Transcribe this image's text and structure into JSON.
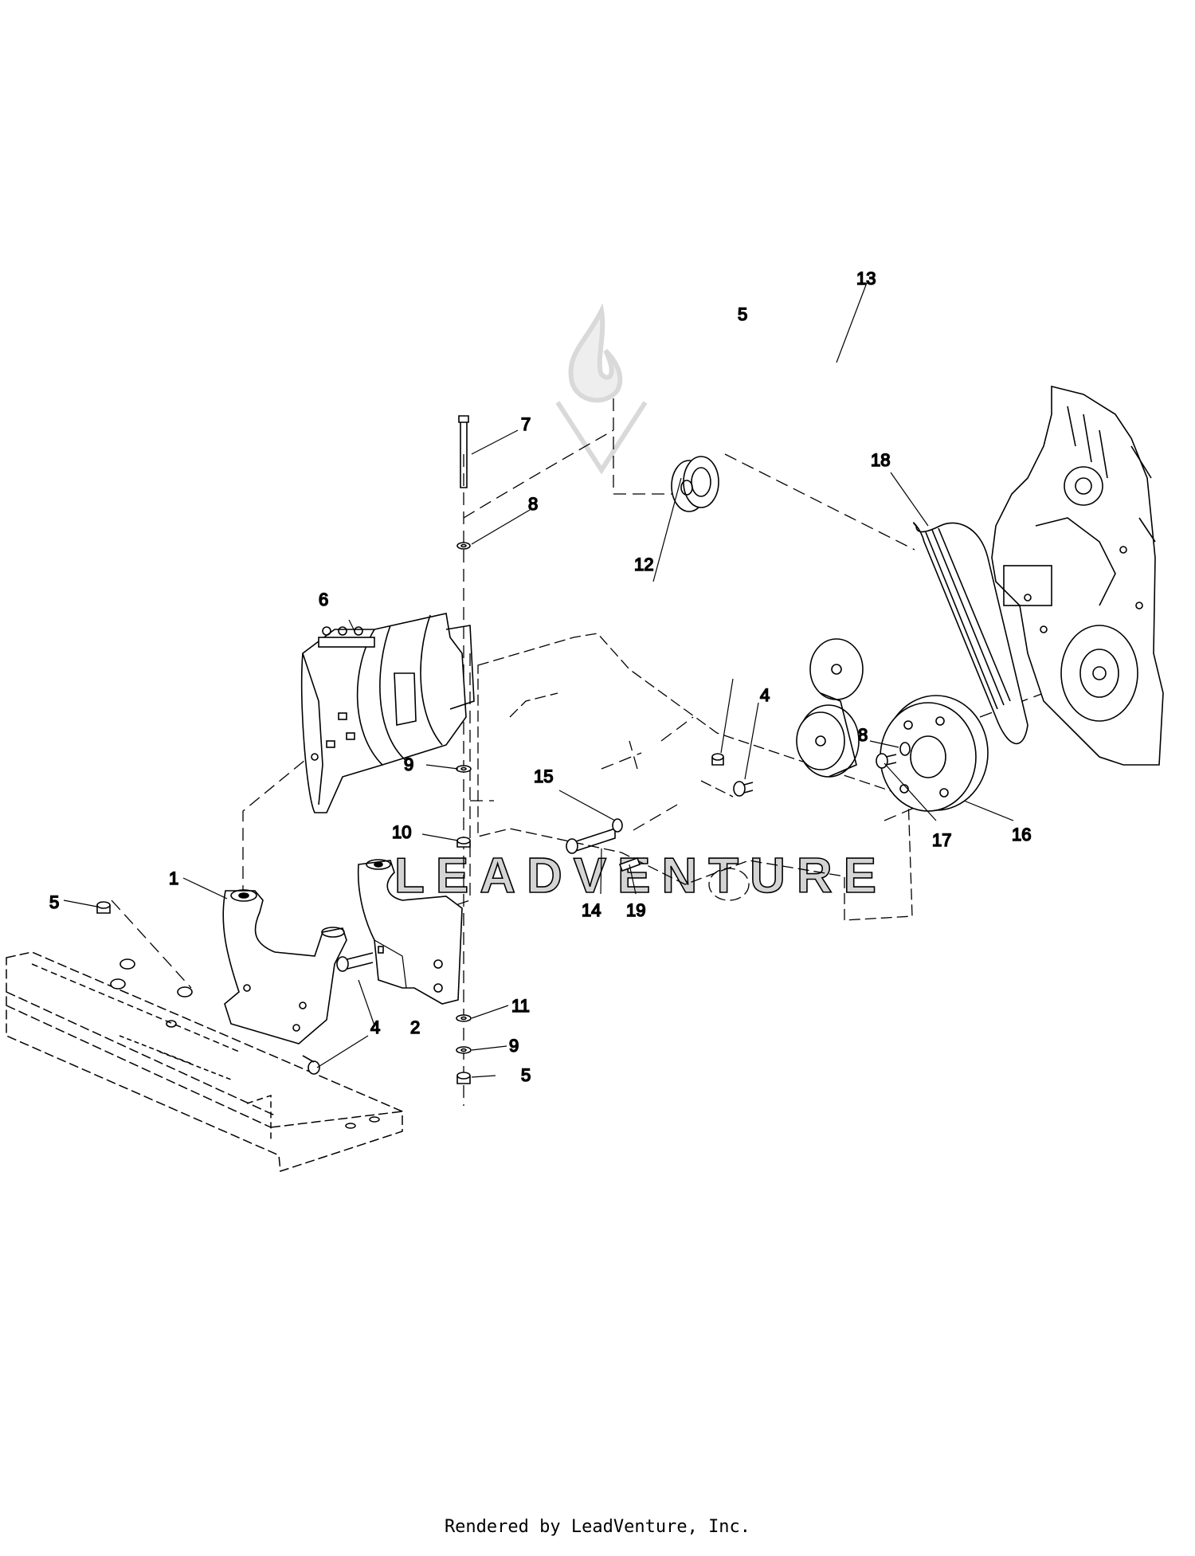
{
  "watermark": "LEADVENTURE",
  "footer": "Rendered by LeadVenture, Inc.",
  "callouts": [
    {
      "id": "c1",
      "label": "1"
    },
    {
      "id": "c2",
      "label": "2"
    },
    {
      "id": "c4a",
      "label": "4"
    },
    {
      "id": "c4b",
      "label": "4"
    },
    {
      "id": "c5a",
      "label": "5"
    },
    {
      "id": "c5b",
      "label": "5"
    },
    {
      "id": "c5c",
      "label": "5"
    },
    {
      "id": "c6",
      "label": "6"
    },
    {
      "id": "c7",
      "label": "7"
    },
    {
      "id": "c8a",
      "label": "8"
    },
    {
      "id": "c8b",
      "label": "8"
    },
    {
      "id": "c9a",
      "label": "9"
    },
    {
      "id": "c9b",
      "label": "9"
    },
    {
      "id": "c10",
      "label": "10"
    },
    {
      "id": "c11",
      "label": "11"
    },
    {
      "id": "c12",
      "label": "12"
    },
    {
      "id": "c13",
      "label": "13"
    },
    {
      "id": "c14",
      "label": "14"
    },
    {
      "id": "c15",
      "label": "15"
    },
    {
      "id": "c16",
      "label": "16"
    },
    {
      "id": "c17",
      "label": "17"
    },
    {
      "id": "c18",
      "label": "18"
    },
    {
      "id": "c19",
      "label": "19"
    }
  ]
}
